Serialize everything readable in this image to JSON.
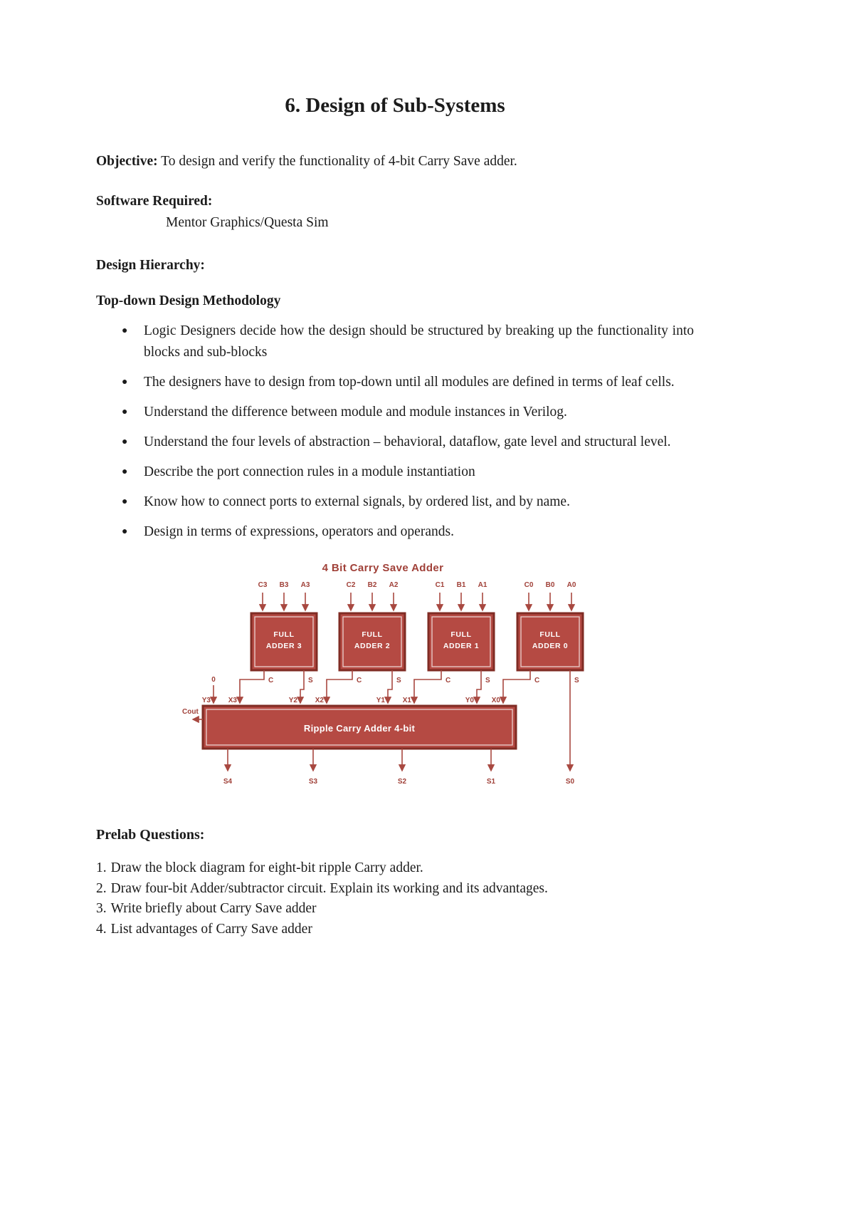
{
  "colors": {
    "page-bg": "#ffffff",
    "text": "#1b1b1b",
    "diagram-red": "#b54a43",
    "diagram-red-dark": "#802c24",
    "diagram-label": "#a04038",
    "diagram-line": "#a84840"
  },
  "page": {
    "title": "6. Design of Sub-Systems"
  },
  "objective": {
    "label": "Objective:",
    "text": "To design and verify the functionality of 4-bit Carry Save adder."
  },
  "software": {
    "label": "Software Required:",
    "value": "Mentor Graphics/Questa Sim"
  },
  "design_hierarchy": {
    "label": "Design Hierarchy:"
  },
  "methodology": {
    "heading": "Top-down Design Methodology",
    "bullets": [
      "Logic Designers decide how the design should be structured by breaking up the functionality into blocks and sub-blocks",
      "The designers have to design from top-down until all modules are defined in terms of leaf cells.",
      "Understand the difference between module and module instances in Verilog.",
      "Understand the four levels of abstraction – behavioral, dataflow, gate level and structural level.",
      "Describe the port connection rules in a module instantiation",
      "Know how to connect ports to external signals, by ordered list, and by name.",
      "Design in terms of expressions, operators and operands."
    ]
  },
  "diagram": {
    "title": "4 Bit Carry Save Adder",
    "full_adders": [
      {
        "line1": "FULL",
        "line2": "ADDER 3",
        "inputs": [
          "C3",
          "B3",
          "A3"
        ],
        "carry": "C",
        "sum": "S"
      },
      {
        "line1": "FULL",
        "line2": "ADDER 2",
        "inputs": [
          "C2",
          "B2",
          "A2"
        ],
        "carry": "C",
        "sum": "S"
      },
      {
        "line1": "FULL",
        "line2": "ADDER 1",
        "inputs": [
          "C1",
          "B1",
          "A1"
        ],
        "carry": "C",
        "sum": "S"
      },
      {
        "line1": "FULL",
        "line2": "ADDER 0",
        "inputs": [
          "C0",
          "B0",
          "A0"
        ],
        "carry": "C",
        "sum": "S"
      }
    ],
    "zero_input": "0",
    "cout_label": "Cout",
    "rca": {
      "label": "Ripple Carry Adder 4-bit",
      "ports": [
        "Y3",
        "X3",
        "Y2",
        "X2",
        "Y1",
        "X1",
        "Y0",
        "X0"
      ]
    },
    "outputs": [
      "S4",
      "S3",
      "S2",
      "S1",
      "S0"
    ]
  },
  "prelab": {
    "heading": "Prelab Questions:",
    "questions": [
      {
        "number": "1.",
        "text": "Draw the block diagram for eight-bit ripple Carry adder."
      },
      {
        "number": "2.",
        "text": "Draw four-bit Adder/subtractor circuit. Explain its working and its advantages."
      },
      {
        "number": "3.",
        "text": "Write briefly about Carry Save adder"
      },
      {
        "number": "4.",
        "text": "List advantages of Carry Save adder"
      }
    ]
  }
}
